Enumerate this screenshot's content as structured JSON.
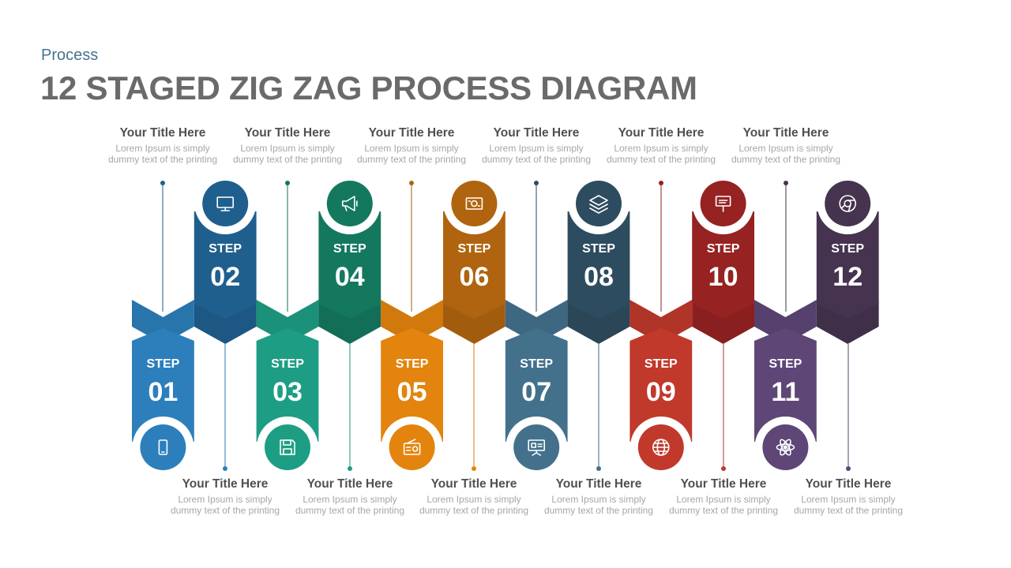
{
  "header": {
    "subtitle": "Process",
    "title": "12 STAGED ZIG ZAG PROCESS DIAGRAM"
  },
  "step_word": "STEP",
  "steps": [
    {
      "number": "01",
      "position": "bottom",
      "color": "#2c7fbb",
      "icon": "mobile-phone-icon",
      "title": "Your Title Here",
      "body": "Lorem Ipsum is simply dummy text of the printing"
    },
    {
      "number": "02",
      "position": "top",
      "color": "#1f5f8e",
      "icon": "monitor-icon",
      "title": "Your Title Here",
      "body": "Lorem Ipsum is simply dummy text of the printing"
    },
    {
      "number": "03",
      "position": "bottom",
      "color": "#1d9e84",
      "icon": "floppy-disk-icon",
      "title": "Your Title Here",
      "body": "Lorem Ipsum is simply dummy text of the printing"
    },
    {
      "number": "04",
      "position": "top",
      "color": "#14785f",
      "icon": "megaphone-icon",
      "title": "Your Title Here",
      "body": "Lorem Ipsum is simply dummy text of the printing"
    },
    {
      "number": "05",
      "position": "bottom",
      "color": "#e3840e",
      "icon": "radio-icon",
      "title": "Your Title Here",
      "body": "Lorem Ipsum is simply dummy text of the printing"
    },
    {
      "number": "06",
      "position": "top",
      "color": "#b0640f",
      "icon": "money-icon",
      "title": "Your Title Here",
      "body": "Lorem Ipsum is simply dummy text of the printing"
    },
    {
      "number": "07",
      "position": "bottom",
      "color": "#43718c",
      "icon": "presentation-icon",
      "title": "Your Title Here",
      "body": "Lorem Ipsum is simply dummy text of the printing"
    },
    {
      "number": "08",
      "position": "top",
      "color": "#2e4c5f",
      "icon": "layers-icon",
      "title": "Your Title Here",
      "body": "Lorem Ipsum is simply dummy text of the printing"
    },
    {
      "number": "09",
      "position": "bottom",
      "color": "#c0392b",
      "icon": "globe-icon",
      "title": "Your Title Here",
      "body": "Lorem Ipsum is simply dummy text of the printing"
    },
    {
      "number": "10",
      "position": "top",
      "color": "#962222",
      "icon": "signboard-icon",
      "title": "Your Title Here",
      "body": "Lorem Ipsum is simply dummy text of the printing"
    },
    {
      "number": "11",
      "position": "bottom",
      "color": "#5e4677",
      "icon": "atom-icon",
      "title": "Your Title Here",
      "body": "Lorem Ipsum is simply dummy text of the printing"
    },
    {
      "number": "12",
      "position": "top",
      "color": "#45334f",
      "icon": "chrome-icon",
      "title": "Your Title Here",
      "body": "Lorem Ipsum is simply dummy text of the printing"
    }
  ]
}
